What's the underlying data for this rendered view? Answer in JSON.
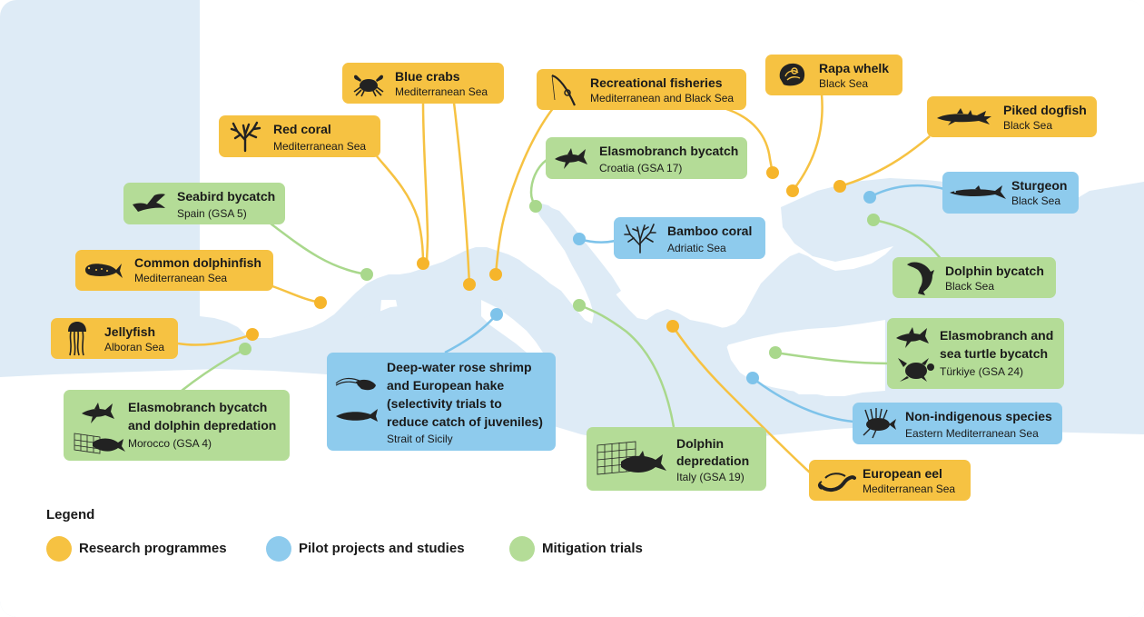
{
  "colors": {
    "research": "#f6c242",
    "pilot": "#8ecbed",
    "mitigation": "#b4dc97",
    "sea": "#deebf6",
    "land": "#ffffff"
  },
  "legend": {
    "title": "Legend",
    "items": [
      {
        "key": "research",
        "label": "Research programmes"
      },
      {
        "key": "pilot",
        "label": "Pilot projects and studies"
      },
      {
        "key": "mitigation",
        "label": "Mitigation trials"
      }
    ]
  },
  "callouts": {
    "blue_crabs": {
      "title": "Blue crabs",
      "subtitle": "Mediterranean Sea",
      "category": "research",
      "icon": "crab-icon"
    },
    "recreational_fisheries": {
      "title": "Recreational fisheries",
      "subtitle": "Mediterranean and Black Sea",
      "category": "research",
      "icon": "fishing-rod-icon"
    },
    "rapa_whelk": {
      "title": "Rapa whelk",
      "subtitle": "Black Sea",
      "category": "research",
      "icon": "whelk-shell-icon"
    },
    "piked_dogfish": {
      "title": "Piked dogfish",
      "subtitle": "Black Sea",
      "category": "research",
      "icon": "dogfish-icon"
    },
    "red_coral": {
      "title": "Red coral",
      "subtitle": "Mediterranean Sea",
      "category": "research",
      "icon": "coral-icon"
    },
    "elasmo_croatia": {
      "title": "Elasmobranch bycatch",
      "subtitle": "Croatia (GSA 17)",
      "category": "mitigation",
      "icon": "shark-icon"
    },
    "seabird": {
      "title": "Seabird bycatch",
      "subtitle": "Spain (GSA 5)",
      "category": "mitigation",
      "icon": "seabird-icon"
    },
    "sturgeon": {
      "title": "Sturgeon",
      "subtitle": "Black Sea",
      "category": "pilot",
      "icon": "sturgeon-icon"
    },
    "bamboo_coral": {
      "title": "Bamboo coral",
      "subtitle": "Adriatic Sea",
      "category": "pilot",
      "icon": "bamboo-coral-icon"
    },
    "dolphinfish": {
      "title": "Common dolphinfish",
      "subtitle": "Mediterranean Sea",
      "category": "research",
      "icon": "dolphinfish-icon"
    },
    "dolphin_bycatch": {
      "title": "Dolphin bycatch",
      "subtitle": "Black Sea",
      "category": "mitigation",
      "icon": "dolphin-icon"
    },
    "jellyfish": {
      "title": "Jellyfish",
      "subtitle": "Alboran Sea",
      "category": "research",
      "icon": "jellyfish-icon"
    },
    "elasmo_turtle": {
      "title_1": "Elasmobranch and",
      "title_2": "sea turtle bycatch",
      "subtitle": "Türkiye (GSA 24)",
      "category": "mitigation",
      "icon": "shark-turtle-icon"
    },
    "deep_water": {
      "title_1": "Deep-water rose shrimp",
      "title_2": "and European hake",
      "title_3": "(selectivity trials to",
      "title_4": "reduce catch of juveniles)",
      "subtitle": "Strait of Sicily",
      "category": "pilot",
      "icon": "shrimp-hake-icon"
    },
    "elasmo_morocco": {
      "title_1": "Elasmobranch bycatch",
      "title_2": "and dolphin depredation",
      "subtitle": "Morocco (GSA 4)",
      "category": "mitigation",
      "icon": "shark-net-dolphin-icon"
    },
    "non_indigenous": {
      "title": "Non-indigenous species",
      "subtitle": "Eastern Mediterranean Sea",
      "category": "pilot",
      "icon": "lionfish-icon"
    },
    "dolphin_depredation": {
      "title_1": "Dolphin",
      "title_2": "depredation",
      "subtitle": "Italy (GSA 19)",
      "category": "mitigation",
      "icon": "net-dolphin-icon"
    },
    "european_eel": {
      "title": "European eel",
      "subtitle": "Mediterranean Sea",
      "category": "research",
      "icon": "eel-icon"
    }
  }
}
